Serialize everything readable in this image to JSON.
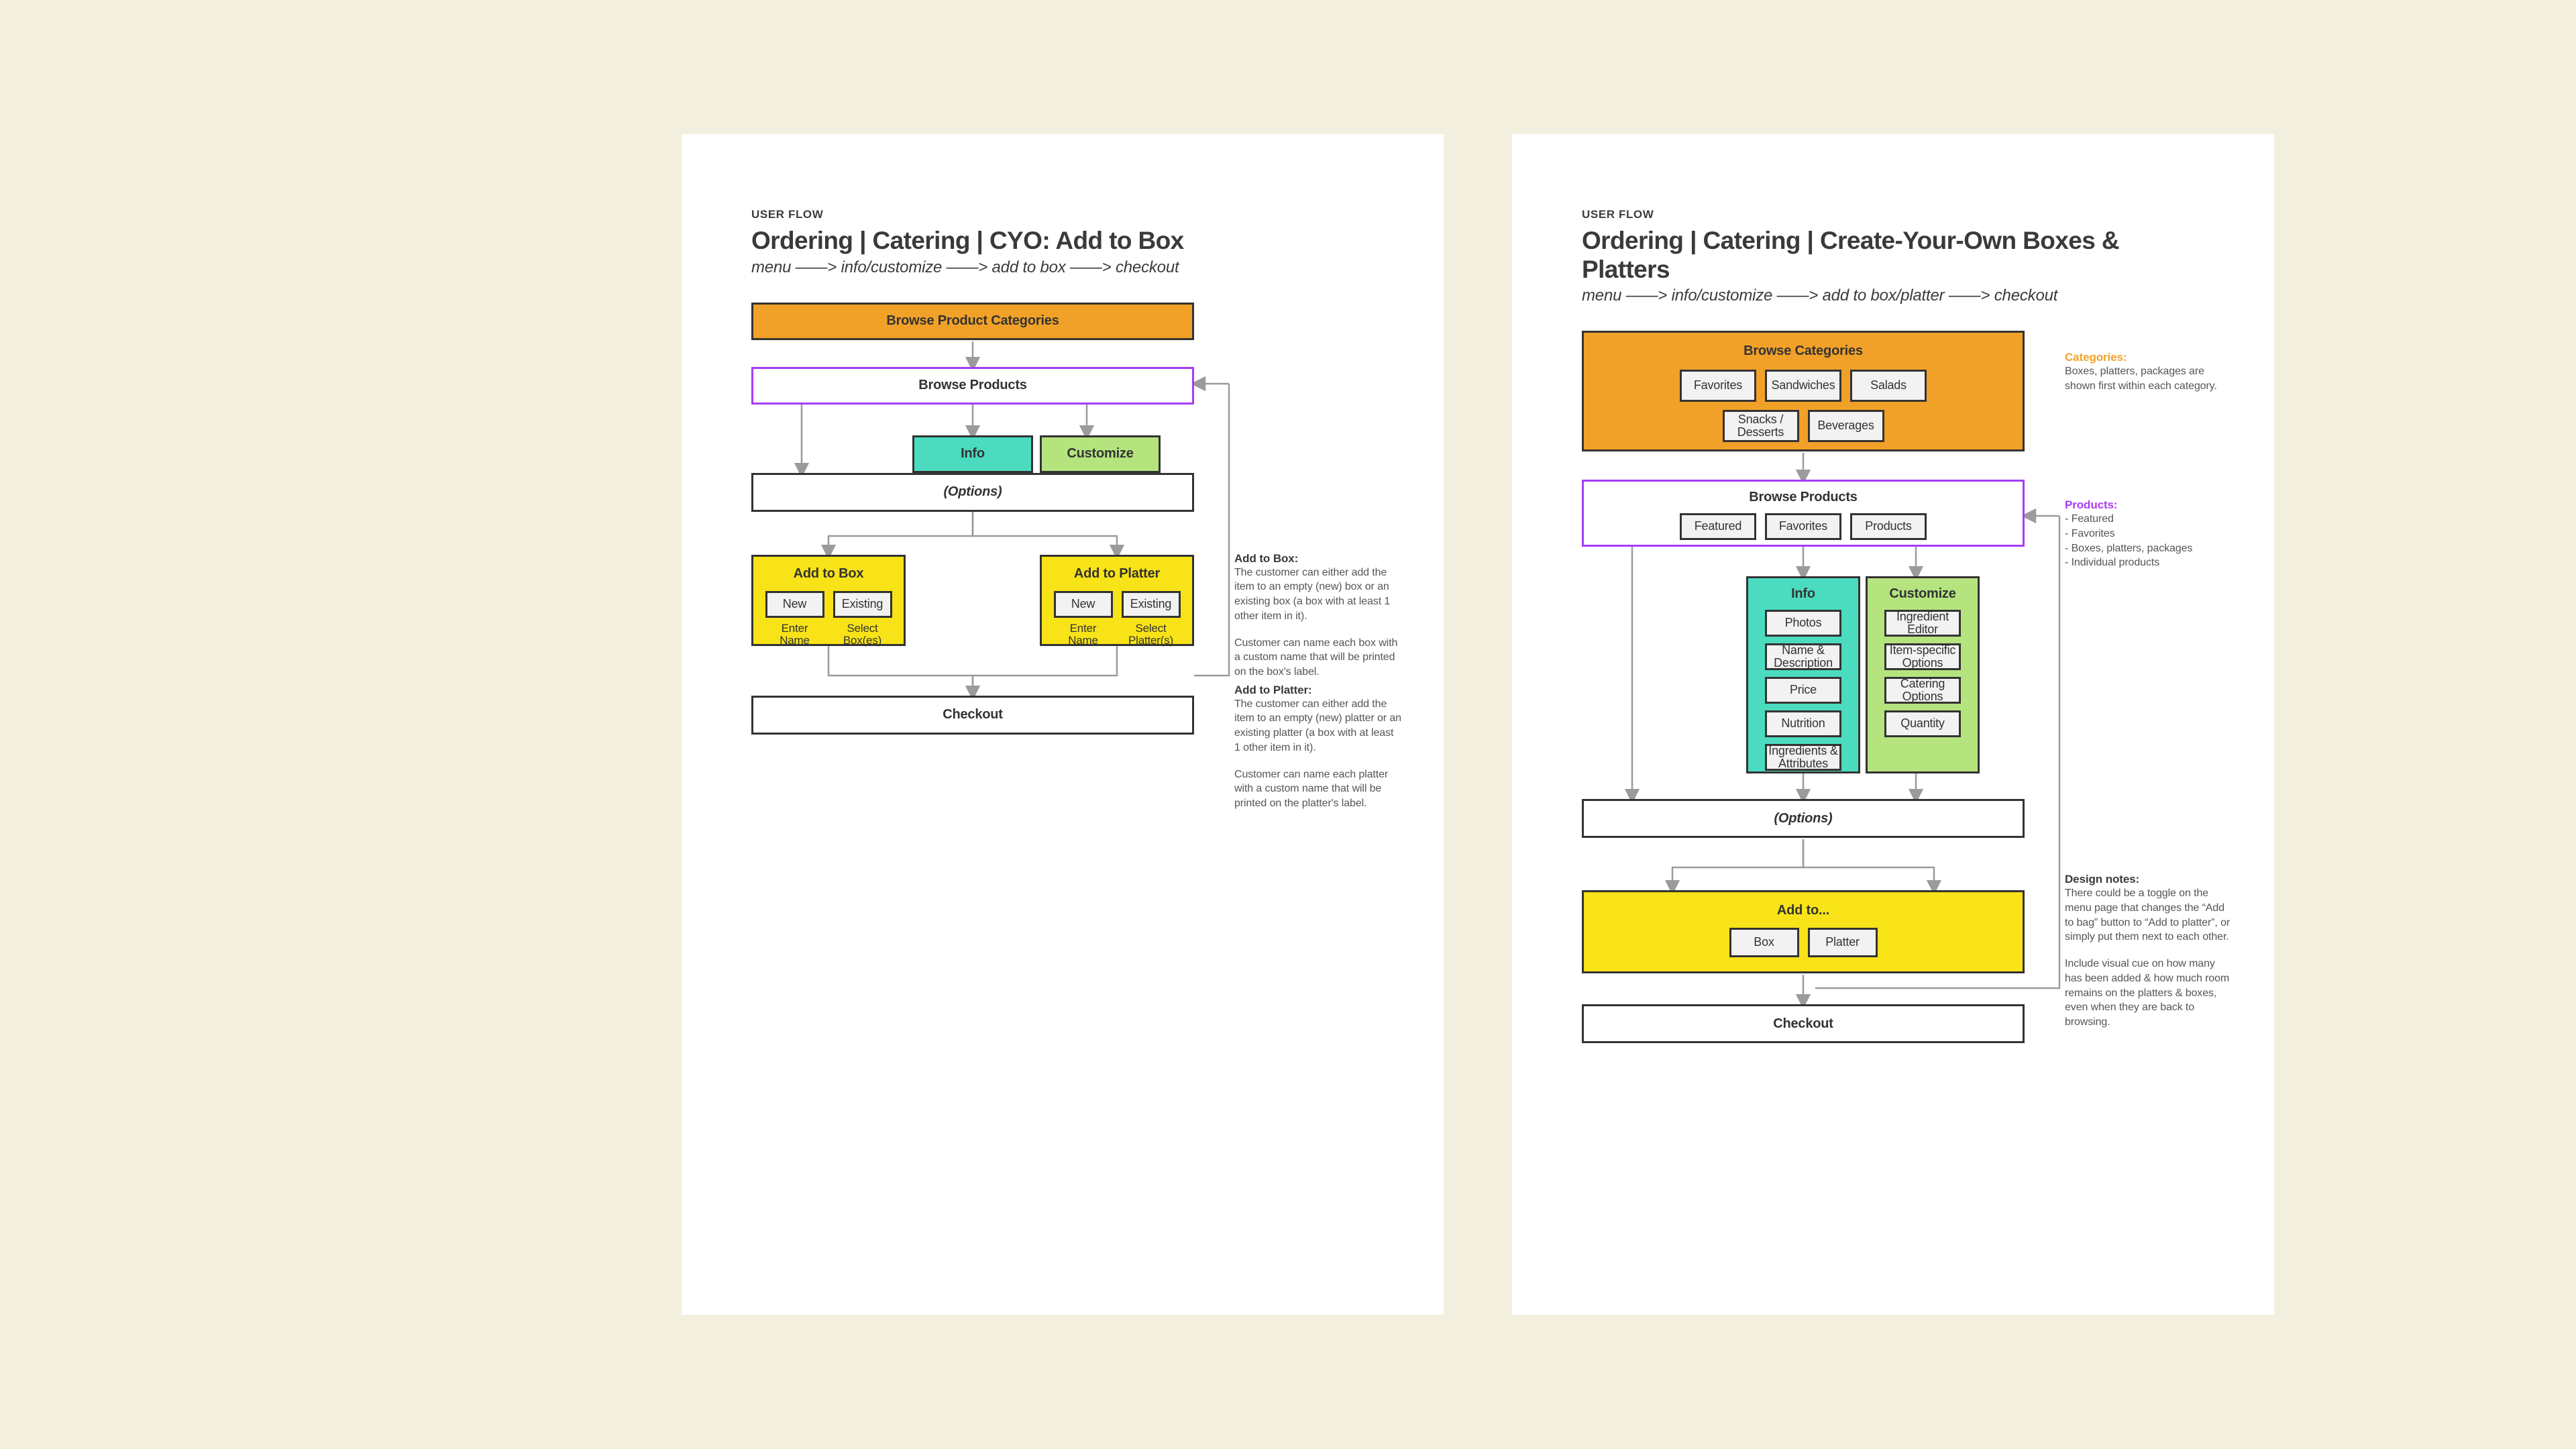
{
  "background_color": "#F3EFDF",
  "palette": {
    "orange": "#F2A128",
    "yellow": "#F7E317",
    "teal": "#4BDCC0",
    "green": "#B5E47F",
    "purple": "#A93BF3",
    "ink": "#333333",
    "chip": "#F2F2F2"
  },
  "left_sheet": {
    "eyebrow": "USER FLOW",
    "title": "Ordering | Catering | CYO: Add to Box",
    "subtitle": "menu ——> info/customize ——> add to box ——> checkout",
    "nodes": {
      "browse_categories": "Browse Product Categories",
      "browse_products": "Browse Products",
      "info": "Info",
      "customize": "Customize",
      "options": "(Options)",
      "add_to_box": "Add to Box",
      "add_to_platter": "Add to Platter",
      "checkout": "Checkout"
    },
    "add_to_box_chips": [
      "New",
      "Existing"
    ],
    "add_to_box_sublabels": [
      "Enter Name",
      "Select Box(es)"
    ],
    "add_to_platter_chips": [
      "New",
      "Existing"
    ],
    "add_to_platter_sublabels": [
      "Enter Name",
      "Select Platter(s)"
    ],
    "annotations": [
      {
        "heading": "Add to Box:",
        "heading_color": "ink",
        "paragraphs": [
          "The customer can either add the item to an empty (new) box or an existing box (a box with at least 1 other item in it).",
          "Customer can name each box with a custom name that will be printed on the box's label."
        ]
      },
      {
        "heading": "Add to Platter:",
        "heading_color": "ink",
        "paragraphs": [
          "The customer can either add the item to an empty (new) platter or an existing platter (a box with at least 1 other item in it).",
          "Customer can name each platter with a custom name that will be printed on the platter's label."
        ]
      }
    ]
  },
  "right_sheet": {
    "eyebrow": "USER FLOW",
    "title": "Ordering | Catering | Create-Your-Own Boxes & Platters",
    "subtitle": "menu ——> info/customize ——> add to box/platter ——> checkout",
    "nodes": {
      "browse_categories": "Browse Categories",
      "browse_products": "Browse Products",
      "info": "Info",
      "customize": "Customize",
      "options": "(Options)",
      "add_to": "Add to...",
      "checkout": "Checkout"
    },
    "category_chips_row1": [
      "Favorites",
      "Sandwiches",
      "Salads"
    ],
    "category_chips_row2": [
      "Snacks / Desserts",
      "Beverages"
    ],
    "product_chips": [
      "Featured",
      "Favorites",
      "Products"
    ],
    "info_chips": [
      "Photos",
      "Name & Description",
      "Price",
      "Nutrition",
      "Ingredients & Attributes"
    ],
    "customize_chips": [
      "Ingredient Editor",
      "Item-specific Options",
      "Catering Options",
      "Quantity"
    ],
    "add_to_chips": [
      "Box",
      "Platter"
    ],
    "annotations": [
      {
        "heading": "Categories:",
        "heading_color": "orange",
        "paragraphs": [
          "Boxes, platters, packages are shown first within each category."
        ]
      },
      {
        "heading": "Products:",
        "heading_color": "purple",
        "list": [
          "- Featured",
          "- Favorites",
          "- Boxes, platters, packages",
          "- Individual products"
        ]
      },
      {
        "heading": "Design notes:",
        "heading_color": "ink",
        "paragraphs": [
          "There could be a toggle on the menu page that changes the “Add to bag” button to “Add to platter”, or simply put them next to each other.",
          "Include visual cue on how many has been added & how much room remains on the platters & boxes, even when they are back to browsing."
        ]
      }
    ]
  }
}
